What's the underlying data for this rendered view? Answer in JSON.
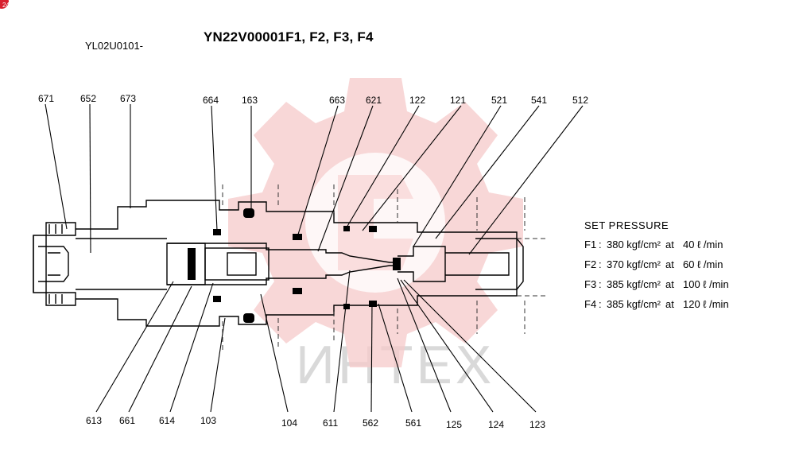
{
  "page_badge": "24",
  "document_code": "YL02U0101-",
  "title": "YN22V00001F1, F2, F3, F4",
  "watermark": "ИНТЕХ",
  "set_pressure": {
    "heading": "SET PRESSURE",
    "rows": [
      {
        "code": "F1",
        "pressure": "380 kgf/cm²",
        "at": "at",
        "flow": "40 ℓ /min"
      },
      {
        "code": "F2",
        "pressure": "370 kgf/cm²",
        "at": "at",
        "flow": "60 ℓ /min"
      },
      {
        "code": "F3",
        "pressure": "385 kgf/cm²",
        "at": "at",
        "flow": "100 ℓ /min"
      },
      {
        "code": "F4",
        "pressure": "385 kgf/cm²",
        "at": "at",
        "flow": "120 ℓ /min"
      }
    ]
  },
  "top_part_numbers": [
    "671",
    "652",
    "673",
    "664",
    "163",
    "663",
    "621",
    "122",
    "121",
    "521",
    "541",
    "512"
  ],
  "bottom_part_numbers": [
    "613",
    "661",
    "614",
    "103",
    "104",
    "611",
    "562",
    "561",
    "125",
    "124",
    "123"
  ],
  "colors": {
    "watermark": "#f4c4c4",
    "badge": "#d8202f",
    "line": "#000000",
    "hidden_line": "#555555"
  }
}
